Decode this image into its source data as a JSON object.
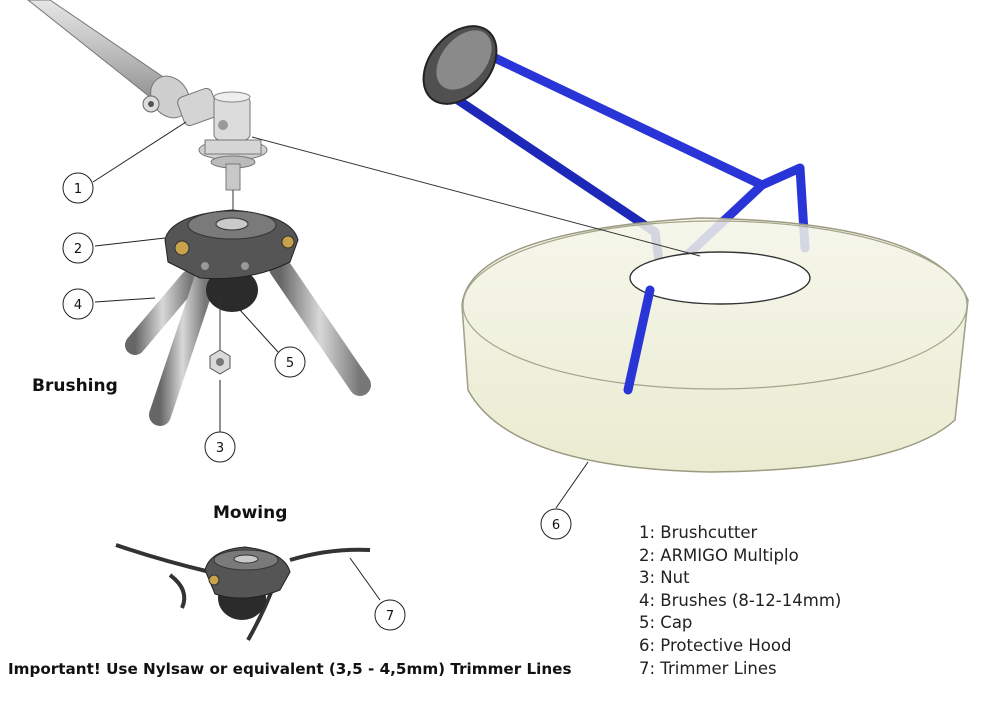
{
  "labels": {
    "brushing": "Brushing",
    "mowing": "Mowing"
  },
  "callouts": [
    "1",
    "2",
    "3",
    "4",
    "5",
    "6",
    "7"
  ],
  "legend": [
    "1: Brushcutter",
    "2: ARMIGO Multiplo",
    "3: Nut",
    "4: Brushes (8-12-14mm)",
    "5: Cap",
    "6: Protective Hood",
    "7: Trimmer Lines"
  ],
  "note": "Important! Use Nylsaw or equivalent (3,5 - 4,5mm) Trimmer Lines",
  "colors": {
    "hood_fill": "#eef0d8",
    "frame_blue": "#2a35d8",
    "metal": "#8a8a8a",
    "dark_metal": "#3a3a3a"
  }
}
